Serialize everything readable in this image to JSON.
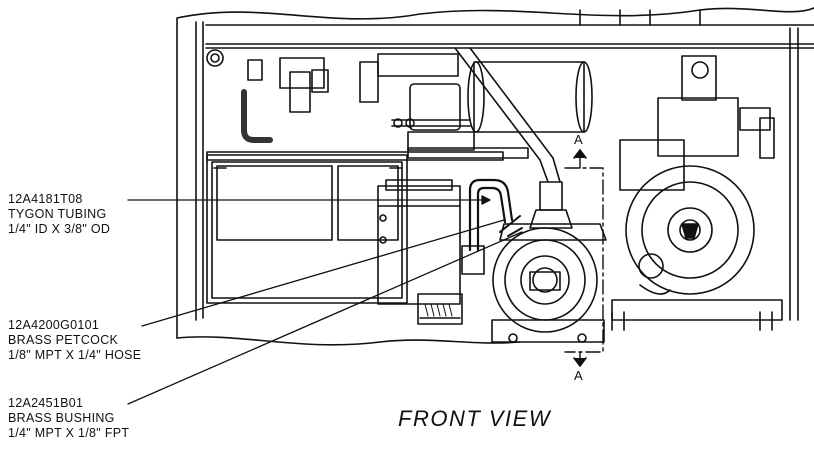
{
  "callouts": [
    {
      "part": "12A4181T08",
      "desc": "TYGON TUBING",
      "spec": "1/4\" ID X 3/8\" OD"
    },
    {
      "part": "12A4200G0101",
      "desc": "BRASS PETCOCK",
      "spec": "1/8\" MPT X 1/4\" HOSE"
    },
    {
      "part": "12A2451B01",
      "desc": "BRASS BUSHING",
      "spec": "1/4\" MPT X 1/8\" FPT"
    }
  ],
  "view_title": "FRONT VIEW",
  "section_marker": "A"
}
